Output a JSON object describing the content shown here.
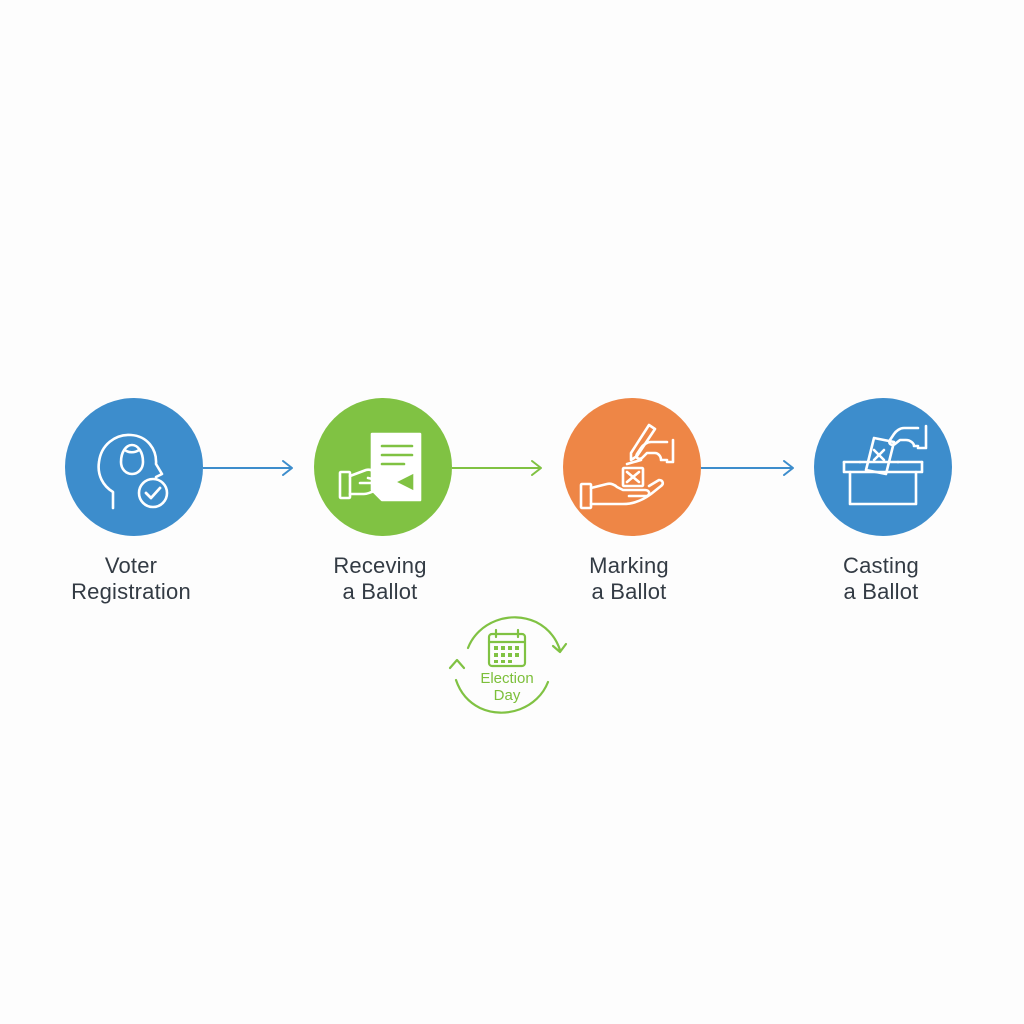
{
  "colors": {
    "blue": "#3d8dcc",
    "green": "#80c243",
    "orange": "#ee8646",
    "label_text": "#333b44",
    "icon_stroke": "#ffffff"
  },
  "steps": [
    {
      "line1": "Voter",
      "line2": "Registration",
      "color": "#3d8dcc",
      "icon": "head-check-icon"
    },
    {
      "line1": "Receving",
      "line2": "a Ballot",
      "color": "#80c243",
      "icon": "hand-receiving-document-icon"
    },
    {
      "line1": "Marking",
      "line2": "a Ballot",
      "color": "#ee8646",
      "icon": "hand-marking-ballot-icon"
    },
    {
      "line1": "Casting",
      "line2": "a Ballot",
      "color": "#3d8dcc",
      "icon": "ballot-box-icon"
    }
  ],
  "cycle": {
    "line1": "Election",
    "line2": "Day",
    "color": "#80c243",
    "icon": "calendar-icon"
  }
}
